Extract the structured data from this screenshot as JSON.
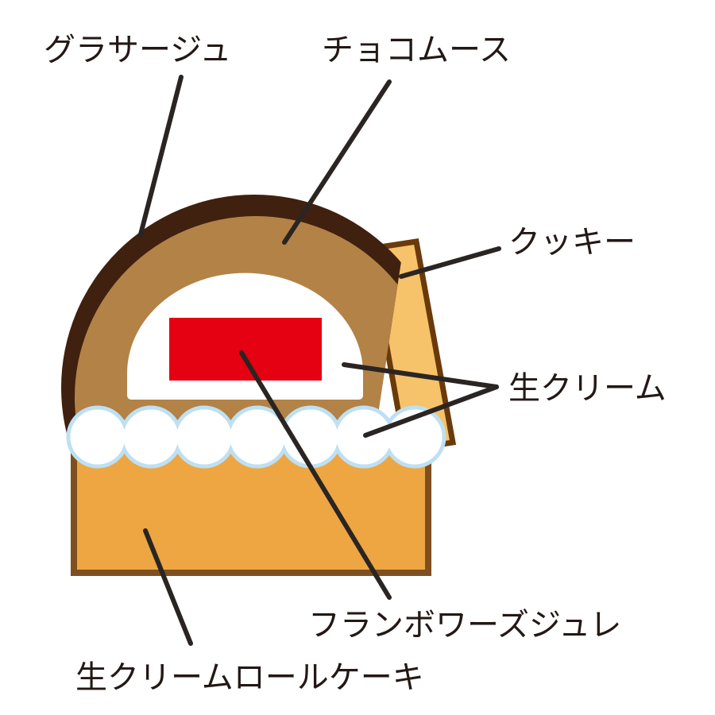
{
  "title": "Cake cross-section diagram",
  "labels": {
    "glacage": "グラサージュ",
    "choco_mousse": "チョコムース",
    "cookie": "クッキー",
    "fresh_cream": "生クリーム",
    "framboise_gelee": "フランボワーズジュレ",
    "roll_cake": "生クリームロールケーキ"
  },
  "colors": {
    "glacage": "#40200f",
    "mousse": "#b38246",
    "cream": "#ffffff",
    "cream_outline": "#bde0f3",
    "gelee": "#e50012",
    "cookie_fill": "#f6c36a",
    "cookie_outline": "#6b3a0a",
    "sponge_fill": "#eda642",
    "sponge_outline": "#7f4f20",
    "leader": "#2a2523"
  }
}
